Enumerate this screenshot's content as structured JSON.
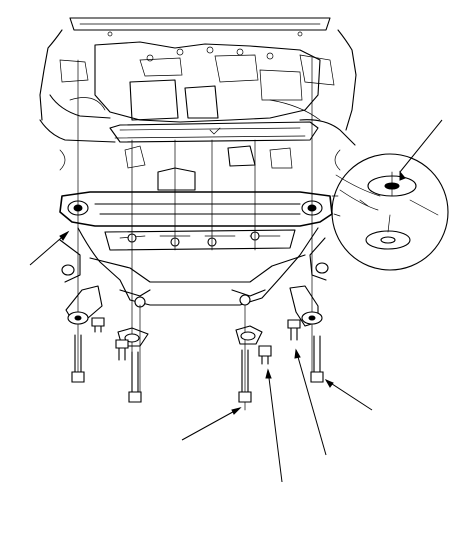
{
  "figure": {
    "alt": "",
    "labels": []
  },
  "leaders": [
    {
      "name": "leader-subframe-mount-left"
    },
    {
      "name": "leader-washer-detail"
    },
    {
      "name": "leader-rear-bolt-center"
    },
    {
      "name": "leader-rear-bolt-right-inner"
    },
    {
      "name": "leader-rear-bolt-right-outer"
    },
    {
      "name": "leader-front-bolt-right"
    }
  ]
}
